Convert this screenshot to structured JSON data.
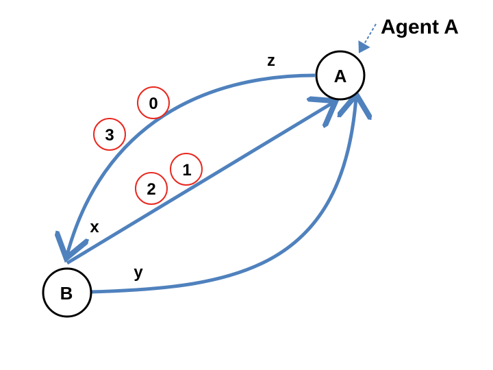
{
  "nodes": {
    "a": {
      "label": "A"
    },
    "b": {
      "label": "B"
    }
  },
  "edges": {
    "x": {
      "label": "x"
    },
    "y": {
      "label": "y"
    },
    "z": {
      "label": "z"
    }
  },
  "badges": {
    "b0": {
      "label": "0"
    },
    "b1": {
      "label": "1"
    },
    "b2": {
      "label": "2"
    },
    "b3": {
      "label": "3"
    }
  },
  "agent": {
    "label": "Agent A"
  },
  "colors": {
    "edge": "#4F81BD",
    "badge_stroke": "#E8281F",
    "node_stroke": "#000000"
  }
}
